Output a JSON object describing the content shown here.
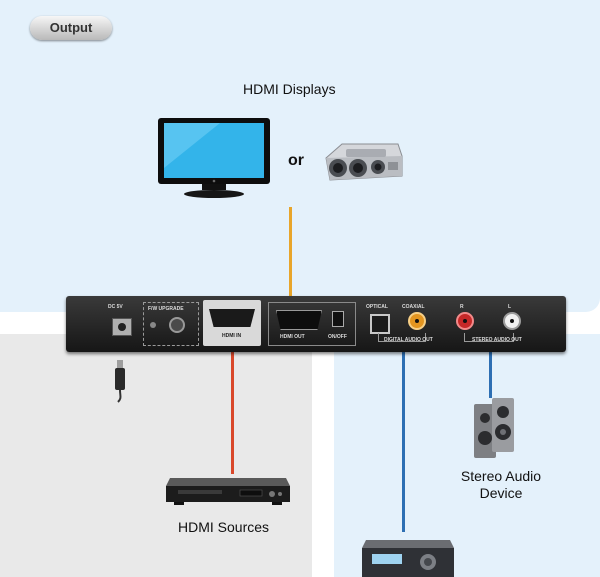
{
  "section_tab": "Output",
  "labels": {
    "hdmi_displays": "HDMI Displays",
    "or": "or",
    "hdmi_sources": "HDMI Sources",
    "stereo_audio_device": "Stereo Audio Device"
  },
  "device": {
    "power_label": "DC 5V",
    "fw_upgrade_label": "F/W UPGRADE",
    "hdmi_in_label": "HDMI IN",
    "hdmi_out_label": "HDMI OUT",
    "on_off_label": "ON/OFF",
    "optical_label": "OPTICAL",
    "coaxial_label": "COAXIAL",
    "digital_audio_out_label": "DIGITAL AUDIO OUT",
    "r_label": "R",
    "l_label": "L",
    "stereo_audio_out_label": "STEREO AUDIO OUT"
  },
  "colors": {
    "output_zone": "#e4f1fb",
    "input_zone": "#e9e9e9",
    "display_cable": "#e8a52a",
    "source_cable": "#d9482b",
    "audio_cable": "#2d6fb3"
  }
}
